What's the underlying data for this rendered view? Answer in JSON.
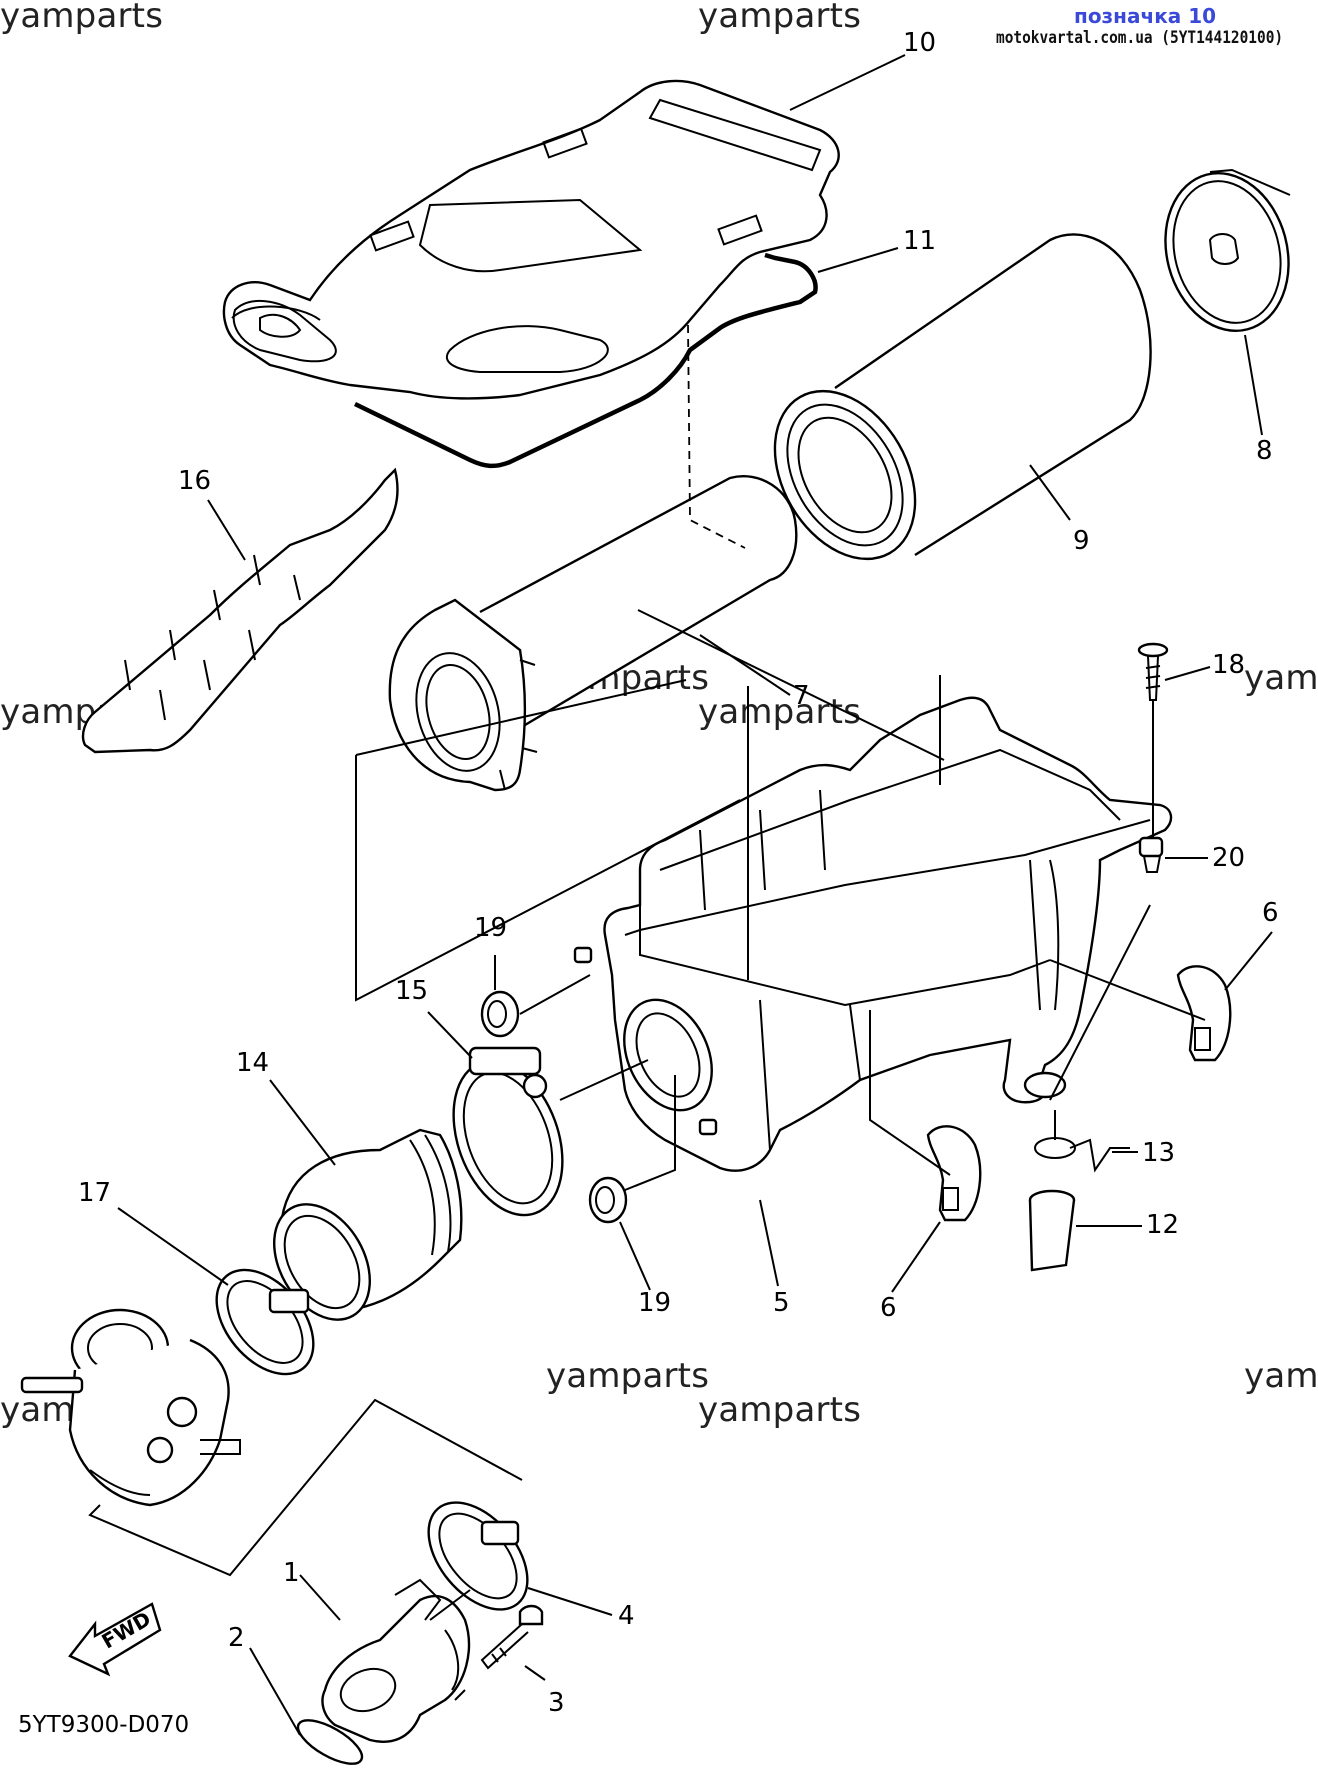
{
  "header": {
    "title": "позначка 10",
    "source": "motokvartal.com.ua (5YT144120100)"
  },
  "watermark": {
    "text": "yamparts",
    "partial": "yam"
  },
  "diagram_code": "5YT9300-D070",
  "fwd_label": "FWD",
  "callouts": {
    "p1": "1",
    "p2": "2",
    "p3": "3",
    "p4": "4",
    "p5": "5",
    "p6a": "6",
    "p6b": "6",
    "p7": "7",
    "p8": "8",
    "p9": "9",
    "p10": "10",
    "p11": "11",
    "p12": "12",
    "p13": "13",
    "p14": "14",
    "p15": "15",
    "p16": "16",
    "p17": "17",
    "p18": "18",
    "p19a": "19",
    "p19b": "19",
    "p20": "20"
  }
}
